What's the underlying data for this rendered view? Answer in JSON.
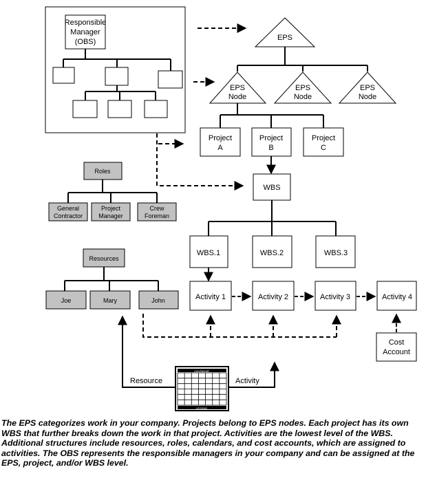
{
  "obs": {
    "title_lines": [
      "Responsible",
      "Manager",
      "(OBS)"
    ]
  },
  "eps": {
    "root": "EPS",
    "nodes": [
      {
        "lines": [
          "EPS",
          "Node"
        ]
      },
      {
        "lines": [
          "EPS",
          "Node"
        ]
      },
      {
        "lines": [
          "EPS",
          "Node"
        ]
      }
    ]
  },
  "projects": [
    {
      "lines": [
        "Project",
        "A"
      ]
    },
    {
      "lines": [
        "Project",
        "B"
      ]
    },
    {
      "lines": [
        "Project",
        "C"
      ]
    }
  ],
  "wbs": {
    "root": "WBS",
    "children": [
      "WBS.1",
      "WBS.2",
      "WBS.3"
    ]
  },
  "roles": {
    "title": "Roles",
    "items": [
      {
        "lines": [
          "General",
          "Contractor"
        ]
      },
      {
        "lines": [
          "Project",
          "Manager"
        ]
      },
      {
        "lines": [
          "Crew",
          "Foreman"
        ]
      }
    ]
  },
  "resources": {
    "title": "Resources",
    "items": [
      "Joe",
      "Mary",
      "John"
    ]
  },
  "activities": [
    "Activity 1",
    "Activity 2",
    "Activity 3",
    "Activity 4"
  ],
  "cost_account": {
    "lines": [
      "Cost",
      "Account"
    ]
  },
  "calendar": {
    "header": "CALENDAR",
    "footer": "LEGEND"
  },
  "arrow_labels": {
    "resource": "Resource",
    "activity": "Activity"
  },
  "caption": "The EPS categorizes work in your company. Projects belong to EPS nodes. Each project has its own WBS that further breaks down the work in that project. Activities are the lowest level of the WBS. Additional structures include resources, roles, calendars, and cost accounts, which are assigned to activities. The OBS represents the responsible managers in your company and can be assigned at the EPS, project, and/or WBS level."
}
